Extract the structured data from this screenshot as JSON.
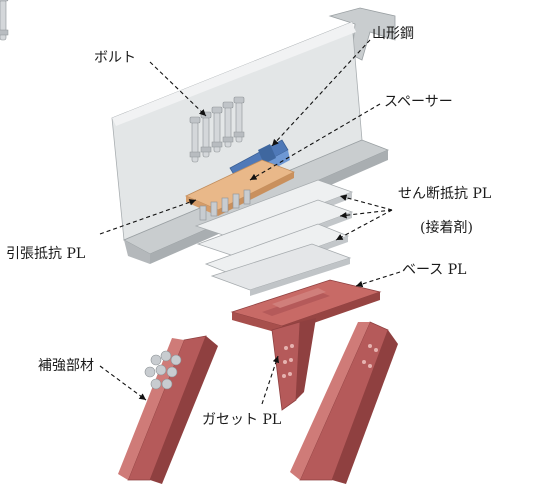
{
  "labels": {
    "bolt": "ボルト",
    "angle_steel": "山形鋼",
    "spacer": "スペーサー",
    "shear_pl": "せん断抵抗 PL",
    "adhesive": "(接着剤)",
    "tension_pl": "引張抵抗 PL",
    "base_pl": "ベース PL",
    "reinforcement": "補強部材",
    "gusset_pl": "ガセット PL"
  },
  "colors": {
    "beam_light": "#e3e6e7",
    "beam_mid": "#c9cdcf",
    "beam_dark": "#a9aeb1",
    "plate_light": "#eef0f1",
    "spacer": "#e9b889",
    "angle_blue": "#5b86c7",
    "steel_red": "#b55a5a",
    "steel_red_dark": "#8f4040",
    "steel_red_light": "#cf7b78",
    "bolt_grey": "#c8ccd0"
  }
}
